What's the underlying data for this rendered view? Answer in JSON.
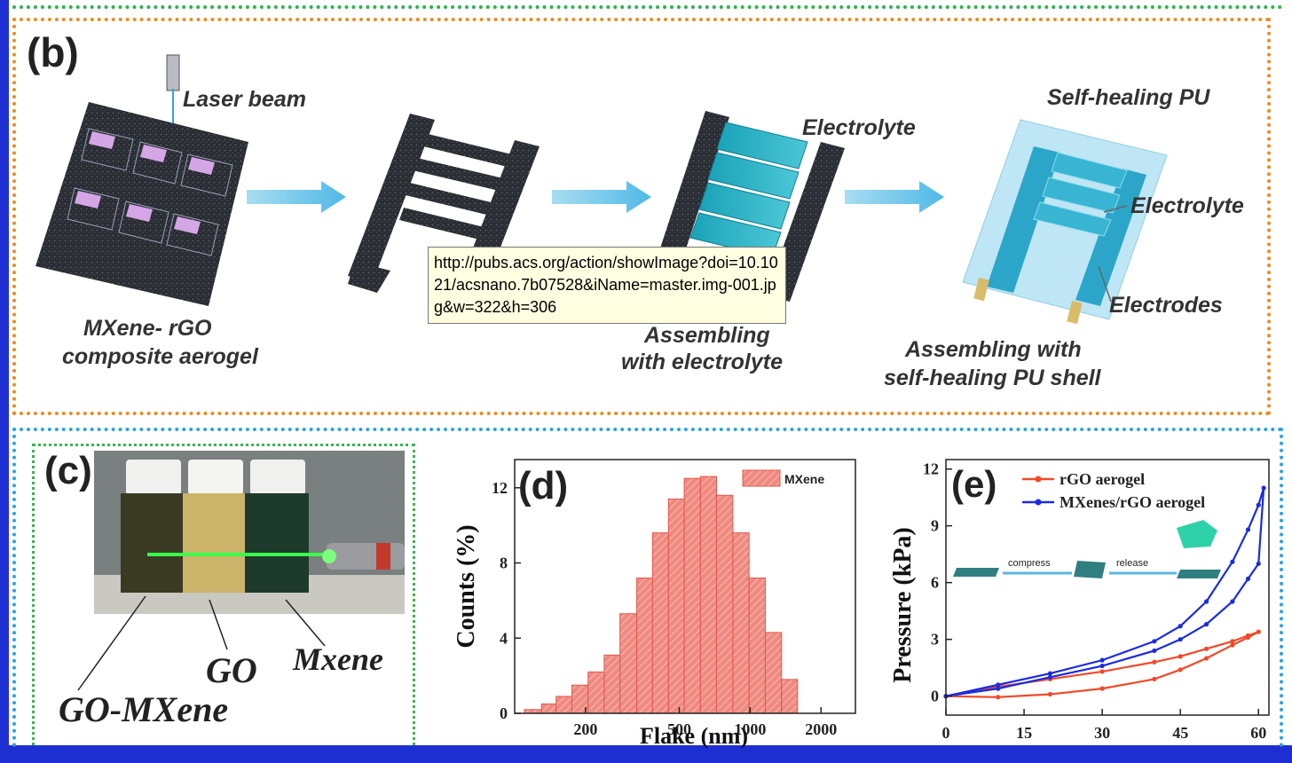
{
  "panel_b": {
    "label": "(b)",
    "laser_beam": "Laser beam",
    "electrolyte_top": "Electrolyte",
    "self_healing_pu": "Self-healing PU",
    "electrolyte_right": "Electrolyte",
    "electrodes": "Electrodes",
    "caption1_line1": "MXene- rGO",
    "caption1_line2": "composite aerogel",
    "caption3_line1": "Assembling",
    "caption3_line2": "with electrolyte",
    "caption4_line1": "Assembling  with",
    "caption4_line2": "self-healing PU shell"
  },
  "tooltip": {
    "text": "http://pubs.acs.org/action/showImage?doi=10.1021/acsnano.7b07528&iName=master.img-001.jpg&w=322&h=306"
  },
  "panel_c": {
    "label": "(c)",
    "go_mxene": "GO-MXene",
    "go": "GO",
    "mxene": "Mxene"
  },
  "chart_data": [
    {
      "type": "bar",
      "panel_label": "(d)",
      "ylabel": "Counts (%)",
      "xlabel": "Flake (nm)",
      "x_scale": "log",
      "xticks": [
        "200",
        "500",
        "1000",
        "2000"
      ],
      "yticks": [
        "0",
        "4",
        "8",
        "12"
      ],
      "ylim": [
        0,
        13.5
      ],
      "legend": "MXene",
      "bar_color": "#f08a80",
      "bins": [
        {
          "x0": 110,
          "x1": 130,
          "value": 0.2
        },
        {
          "x0": 130,
          "x1": 150,
          "value": 0.5
        },
        {
          "x0": 150,
          "x1": 175,
          "value": 0.9
        },
        {
          "x0": 175,
          "x1": 205,
          "value": 1.5
        },
        {
          "x0": 205,
          "x1": 240,
          "value": 2.2
        },
        {
          "x0": 240,
          "x1": 280,
          "value": 3.1
        },
        {
          "x0": 280,
          "x1": 330,
          "value": 5.3
        },
        {
          "x0": 330,
          "x1": 385,
          "value": 7.2
        },
        {
          "x0": 385,
          "x1": 450,
          "value": 9.6
        },
        {
          "x0": 450,
          "x1": 525,
          "value": 11.4
        },
        {
          "x0": 525,
          "x1": 615,
          "value": 12.5
        },
        {
          "x0": 615,
          "x1": 720,
          "value": 12.6
        },
        {
          "x0": 720,
          "x1": 845,
          "value": 11.6
        },
        {
          "x0": 845,
          "x1": 990,
          "value": 9.6
        },
        {
          "x0": 990,
          "x1": 1160,
          "value": 7.2
        },
        {
          "x0": 1160,
          "x1": 1360,
          "value": 4.3
        },
        {
          "x0": 1360,
          "x1": 1590,
          "value": 1.8
        }
      ]
    },
    {
      "type": "line",
      "panel_label": "(e)",
      "ylabel": "Pressure (kPa)",
      "xticks": [
        "0",
        "15",
        "30",
        "45",
        "60"
      ],
      "yticks": [
        "0",
        "3",
        "6",
        "9",
        "12"
      ],
      "xlim": [
        0,
        62
      ],
      "ylim": [
        -1,
        12.5
      ],
      "inset_labels": {
        "compress": "compress",
        "release": "release"
      },
      "series": [
        {
          "name": "rGO aerogel",
          "color": "#f04a2a",
          "x": [
            0,
            10,
            20,
            30,
            40,
            45,
            50,
            55,
            58,
            60,
            58,
            55,
            50,
            45,
            40,
            30,
            20,
            10,
            0
          ],
          "y": [
            0,
            0.5,
            0.9,
            1.3,
            1.8,
            2.1,
            2.5,
            2.9,
            3.2,
            3.4,
            3.1,
            2.7,
            2.0,
            1.4,
            0.9,
            0.4,
            0.1,
            -0.05,
            0
          ]
        },
        {
          "name": "MXenes/rGO aerogel",
          "color": "#1a2ce0",
          "x": [
            0,
            10,
            20,
            30,
            40,
            45,
            50,
            55,
            58,
            60,
            61,
            60,
            58,
            55,
            50,
            45,
            40,
            30,
            20,
            10,
            0
          ],
          "y": [
            0,
            0.6,
            1.2,
            1.9,
            2.9,
            3.7,
            5.0,
            7.1,
            8.8,
            10.1,
            11.0,
            7.0,
            6.2,
            5.0,
            3.8,
            3.0,
            2.4,
            1.6,
            1.0,
            0.4,
            0
          ]
        }
      ]
    }
  ]
}
